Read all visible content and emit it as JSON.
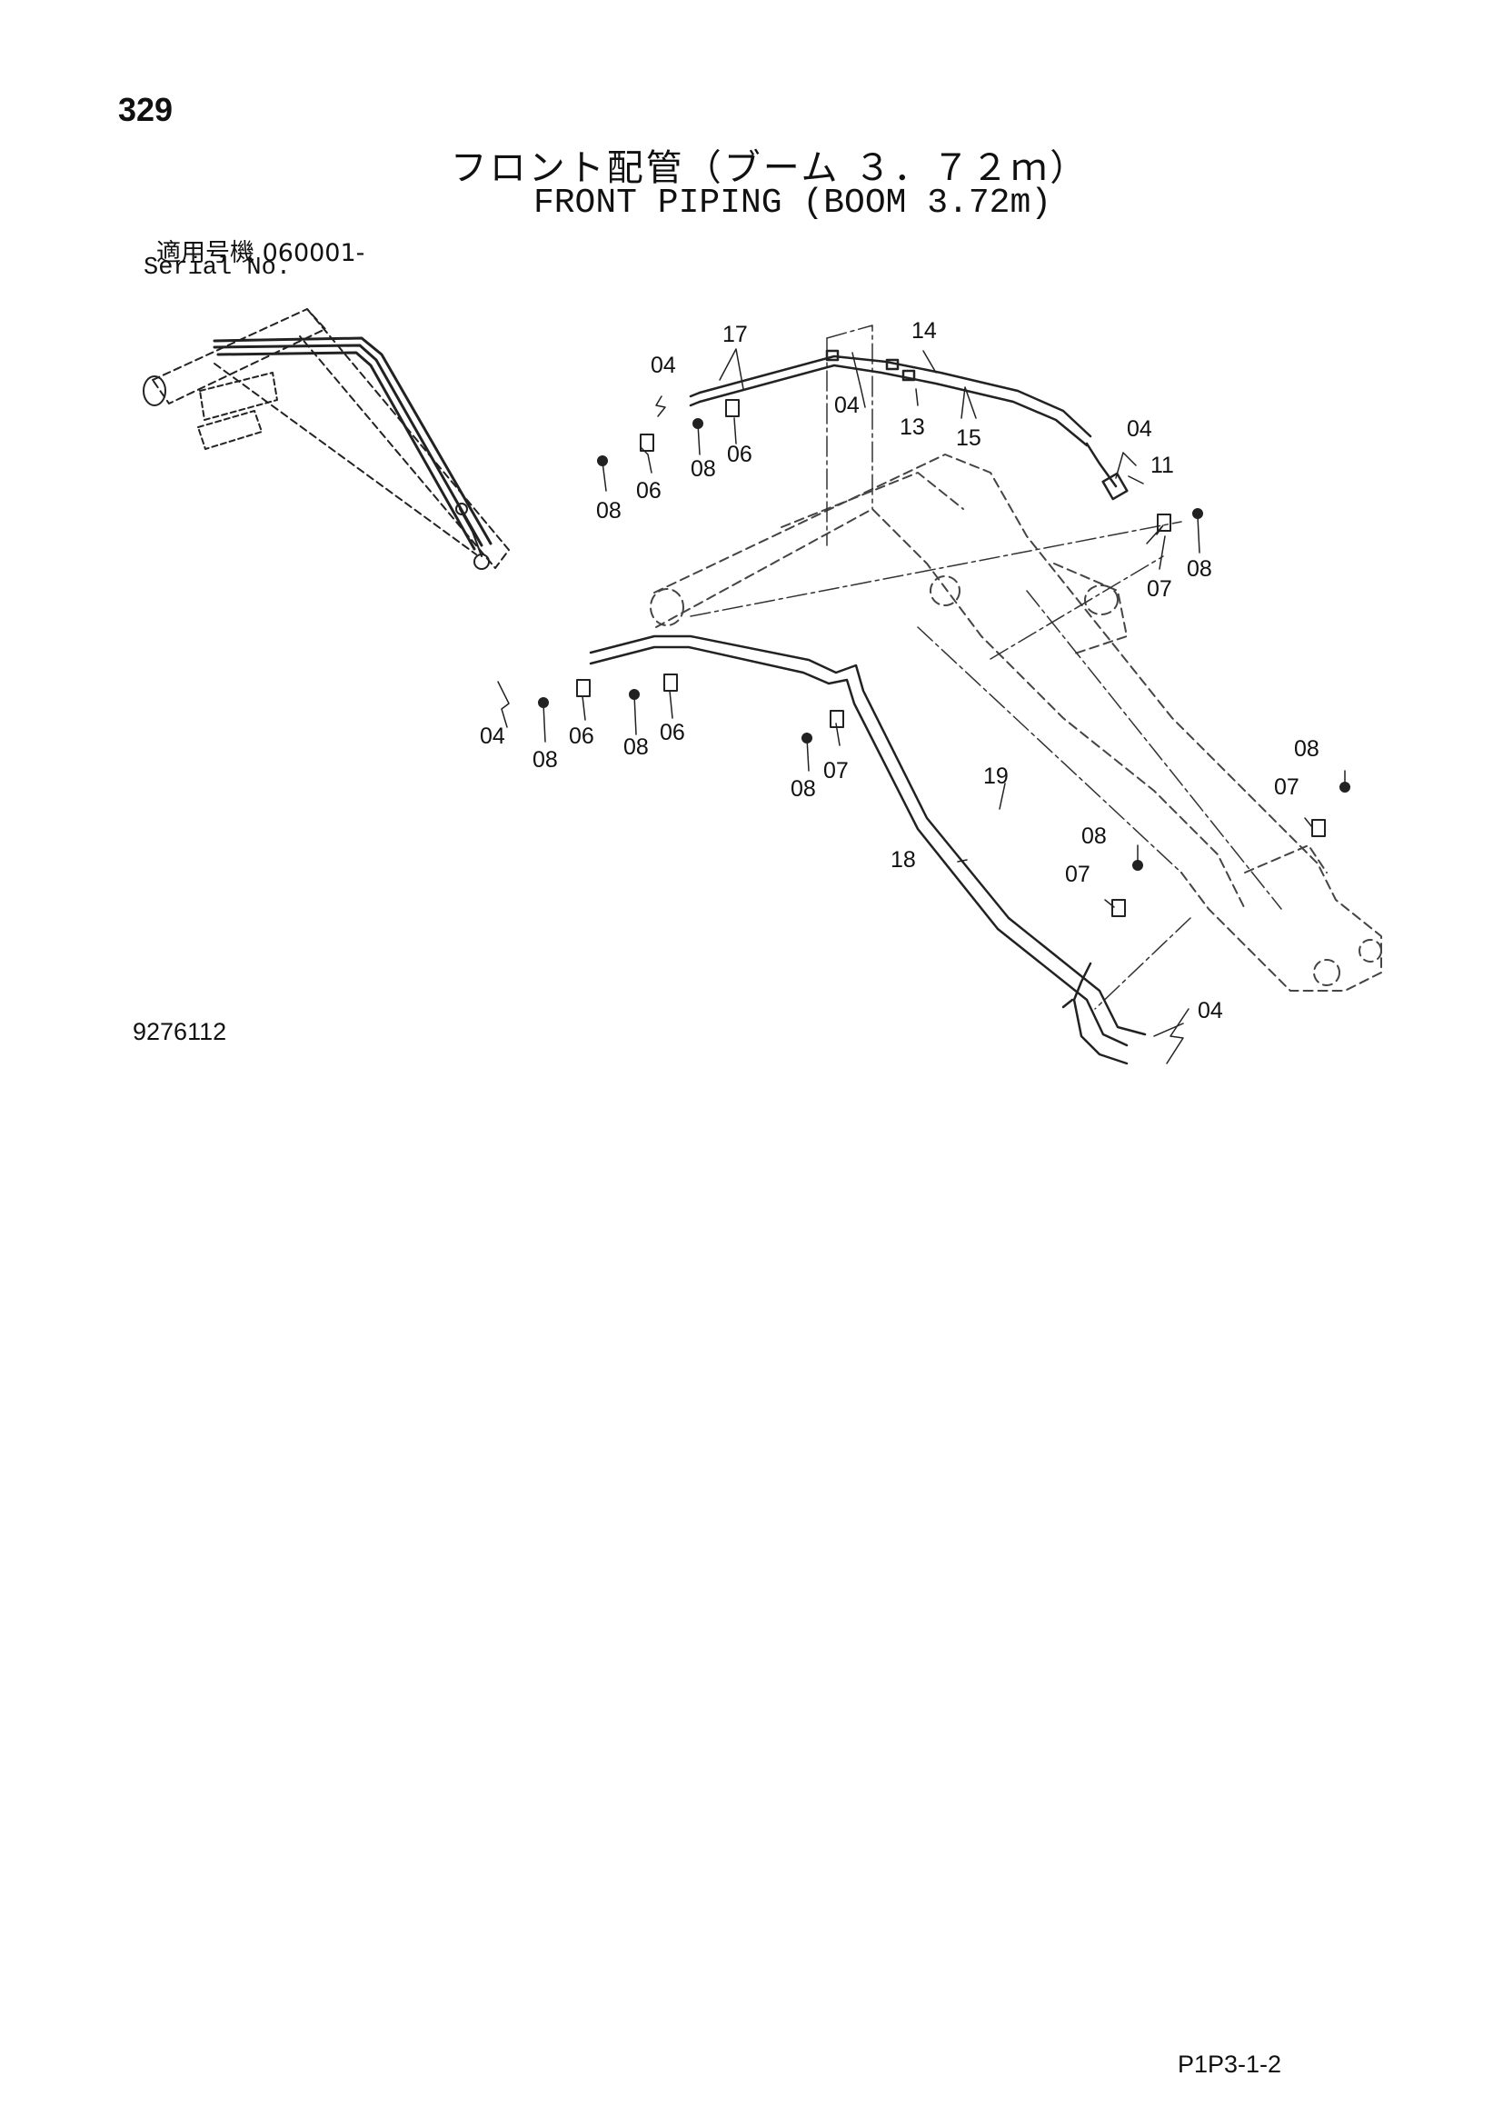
{
  "header": {
    "page_number": "329",
    "title_jp": "フロント配管（ブーム ３．７２ｍ）",
    "title_en": "FRONT PIPING (BOOM 3.72m)",
    "serial_label_jp": "適用号機 060001-",
    "serial_label_en": "Serial No."
  },
  "footer": {
    "drawing_number": "9276112",
    "page_code": "P1P3-1-2"
  },
  "part_labels": [
    "04",
    "17",
    "14",
    "04",
    "13",
    "15",
    "04",
    "11",
    "08",
    "06",
    "08",
    "06",
    "08",
    "07",
    "04",
    "08",
    "06",
    "08",
    "06",
    "08",
    "07",
    "19",
    "18",
    "08",
    "07",
    "08",
    "07",
    "04"
  ]
}
